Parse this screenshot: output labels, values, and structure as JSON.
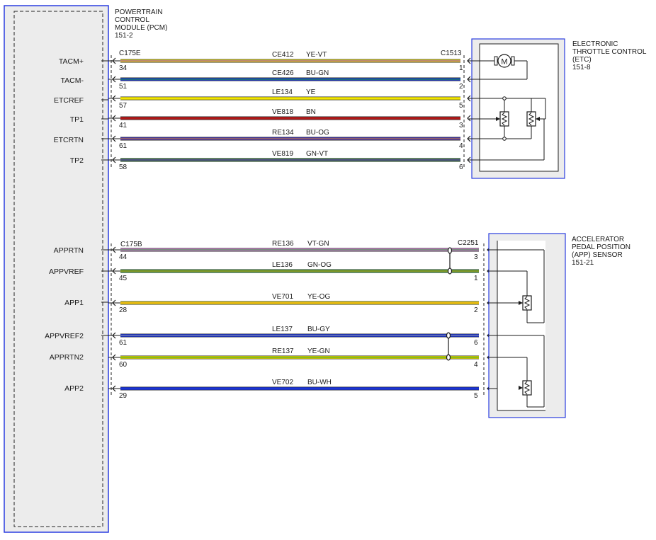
{
  "pcm": {
    "name_lines": [
      "POWERTRAIN",
      "CONTROL",
      "MODULE (PCM)",
      "151-2"
    ],
    "connector_upper": "C175E",
    "connector_lower": "C175B",
    "signals": [
      "TACM+",
      "TACM-",
      "ETCREF",
      "TP1",
      "ETCRTN",
      "TP2",
      "APPRTN",
      "APPVREF",
      "APP1",
      "APPVREF2",
      "APPRTN2",
      "APP2"
    ]
  },
  "etc": {
    "name_lines": [
      "ELECTRONIC",
      "THROTTLE CONTROL",
      "(ETC)",
      "151-8"
    ],
    "connector": "C1513",
    "motor_label": "M"
  },
  "app": {
    "name_lines": [
      "ACCELERATOR",
      "PEDAL POSITION",
      "(APP) SENSOR",
      "151-21"
    ],
    "connector": "C2251"
  },
  "wires": [
    {
      "circuit": "CE412",
      "color_code": "YE-VT",
      "pcm_pin": "34",
      "far_pin": "1",
      "stroke": "#f2e500",
      "stripe": "#8a2be2"
    },
    {
      "circuit": "CE426",
      "color_code": "BU-GN",
      "pcm_pin": "51",
      "far_pin": "2",
      "stroke": "#1b35d8",
      "stripe": "#1f9a2a"
    },
    {
      "circuit": "LE134",
      "color_code": "YE",
      "pcm_pin": "57",
      "far_pin": "5",
      "stroke": "#f2e500",
      "stripe": ""
    },
    {
      "circuit": "VE818",
      "color_code": "BN",
      "pcm_pin": "41",
      "far_pin": "3",
      "stroke": "#b01818",
      "stripe": ""
    },
    {
      "circuit": "RE134",
      "color_code": "BU-OG",
      "pcm_pin": "61",
      "far_pin": "4",
      "stroke": "#3a2fb8",
      "stripe": "#e08a2a"
    },
    {
      "circuit": "VE819",
      "color_code": "GN-VT",
      "pcm_pin": "58",
      "far_pin": "6",
      "stroke": "#1f7a2a",
      "stripe": "#8a2be2"
    },
    {
      "circuit": "RE136",
      "color_code": "VT-GN",
      "pcm_pin": "44",
      "far_pin": "3",
      "stroke": "#d77ad7",
      "stripe": "#1f9a2a"
    },
    {
      "circuit": "LE136",
      "color_code": "GN-OG",
      "pcm_pin": "45",
      "far_pin": "1",
      "stroke": "#2fa52f",
      "stripe": "#e08a2a"
    },
    {
      "circuit": "VE701",
      "color_code": "YE-OG",
      "pcm_pin": "28",
      "far_pin": "2",
      "stroke": "#f2e500",
      "stripe": "#e08a2a"
    },
    {
      "circuit": "LE137",
      "color_code": "BU-GY",
      "pcm_pin": "61",
      "far_pin": "6",
      "stroke": "#1b35d8",
      "stripe": "#9a9a9a"
    },
    {
      "circuit": "RE137",
      "color_code": "YE-GN",
      "pcm_pin": "60",
      "far_pin": "4",
      "stroke": "#f2e500",
      "stripe": "#1f9a2a"
    },
    {
      "circuit": "VE702",
      "color_code": "BU-WH",
      "pcm_pin": "29",
      "far_pin": "5",
      "stroke": "#1b35d8",
      "stripe": ""
    }
  ],
  "colors": {
    "module_border": "#2a3de0",
    "module_fill": "#ececec",
    "line": "#1a1a1a"
  }
}
